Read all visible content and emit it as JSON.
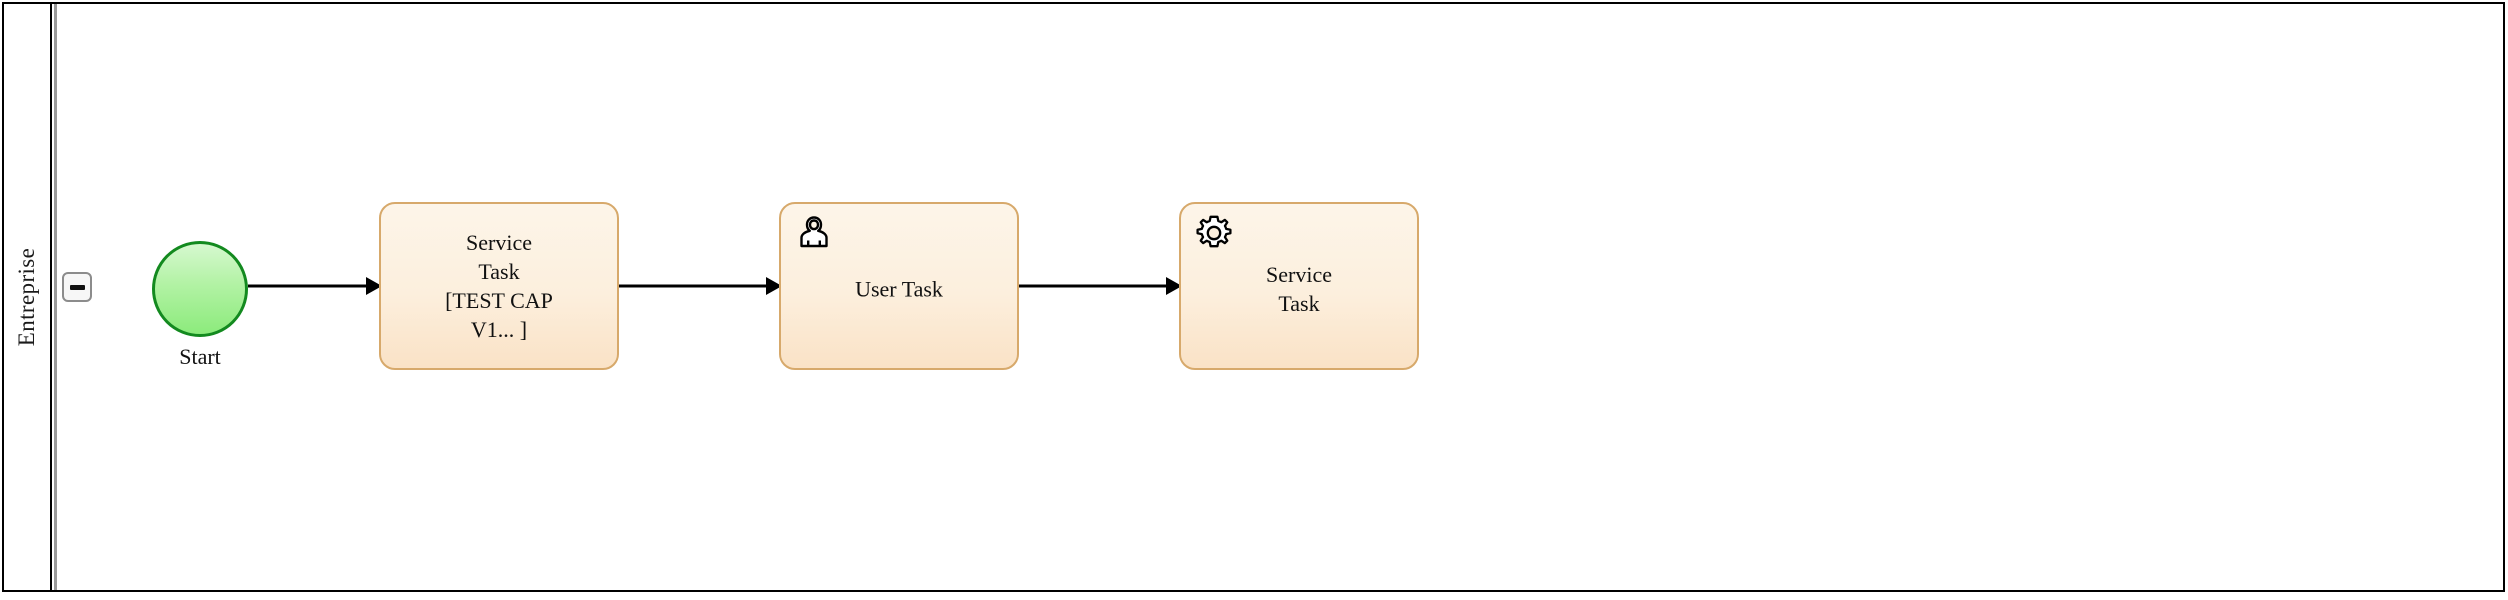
{
  "diagram": {
    "type": "bpmn-process",
    "pool": {
      "lane_label": "Entreprise",
      "collapse_button": {
        "icon": "minus-icon",
        "state": "expanded"
      }
    },
    "colors": {
      "pool_border": "#000000",
      "lane_divider": "#9a9a9a",
      "task_fill": "#fcefdd",
      "task_border": "#d7a96b",
      "start_fill": "#b2f2a4",
      "start_border": "#138a1f",
      "flow_line": "#000000",
      "canvas": "#ffffff"
    },
    "nodes": [
      {
        "id": "start-event",
        "kind": "start-event",
        "label": "Start",
        "icon": null
      },
      {
        "id": "task-service-1",
        "kind": "service-task",
        "label": "Service\nTask\n[TEST CAP\nV1... ]",
        "icon": null
      },
      {
        "id": "task-user",
        "kind": "user-task",
        "label": "User Task",
        "icon": "user-icon"
      },
      {
        "id": "task-service-2",
        "kind": "service-task",
        "label": "Service\nTask",
        "icon": "gear-icon"
      }
    ],
    "flows": [
      {
        "id": "flow-1",
        "from": "start-event",
        "to": "task-service-1"
      },
      {
        "id": "flow-2",
        "from": "task-service-1",
        "to": "task-user"
      },
      {
        "id": "flow-3",
        "from": "task-user",
        "to": "task-service-2"
      }
    ]
  }
}
